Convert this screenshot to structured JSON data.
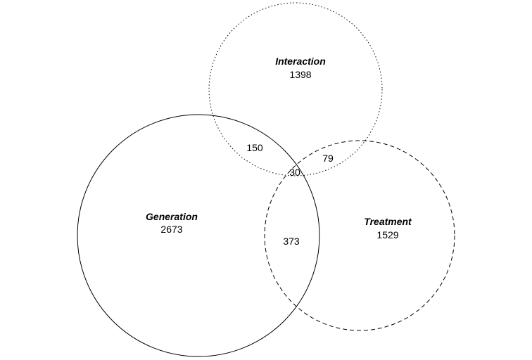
{
  "diagram": {
    "type": "venn",
    "sets": [
      {
        "id": "interaction",
        "name": "Interaction",
        "count": "1398",
        "line_style": "dotted"
      },
      {
        "id": "generation",
        "name": "Generation",
        "count": "2673",
        "line_style": "solid"
      },
      {
        "id": "treatment",
        "name": "Treatment",
        "count": "1529",
        "line_style": "dashed"
      }
    ],
    "overlaps": {
      "generation_interaction": "150",
      "interaction_treatment": "79",
      "all_three": "30",
      "generation_treatment": "373"
    },
    "colors": {
      "stroke": "#000000",
      "text": "#000000",
      "background": "#ffffff"
    }
  }
}
